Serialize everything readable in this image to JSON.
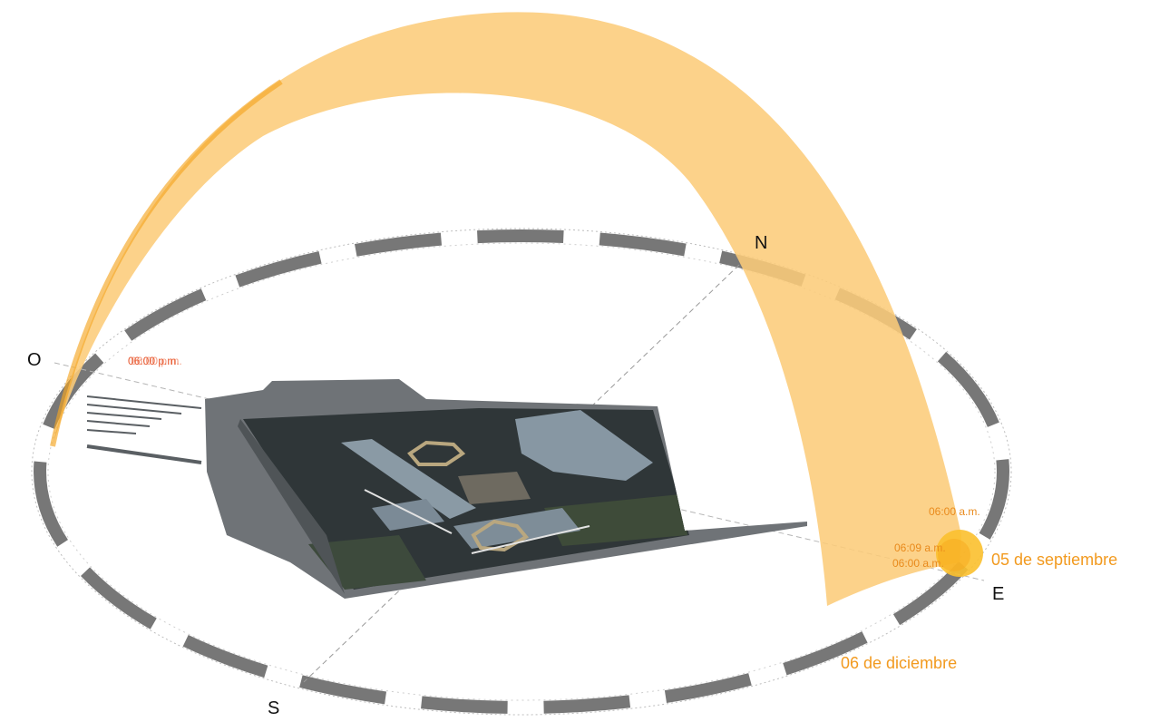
{
  "diagram": {
    "cardinals": {
      "north": "N",
      "south": "S",
      "east": "E",
      "west": "O"
    },
    "time_labels": {
      "sunset": "06:00 p.m.",
      "sunset_overlap": "06:00 p.m.",
      "sunrise_top": "06:00 a.m.",
      "sunrise_mid": "06:09 a.m.",
      "sunrise_low": "06:00 a.m."
    },
    "date_labels": {
      "september": "05 de septiembre",
      "december": "06 de diciembre"
    }
  },
  "colors": {
    "sun_band": "#fccc7a",
    "sun_band_edge": "#f5a623",
    "sun": "#fbc02d",
    "compass_ring": "#777777",
    "date_text": "#f29a1f",
    "time_text_red": "#e5532a",
    "time_text_orange": "#e98a1c",
    "building_dark": "#2b3236",
    "building_roof": "#8a9aa5",
    "ground": "#6f7377"
  },
  "icons": {
    "sun": "sun-icon",
    "building": "building-model-icon"
  }
}
